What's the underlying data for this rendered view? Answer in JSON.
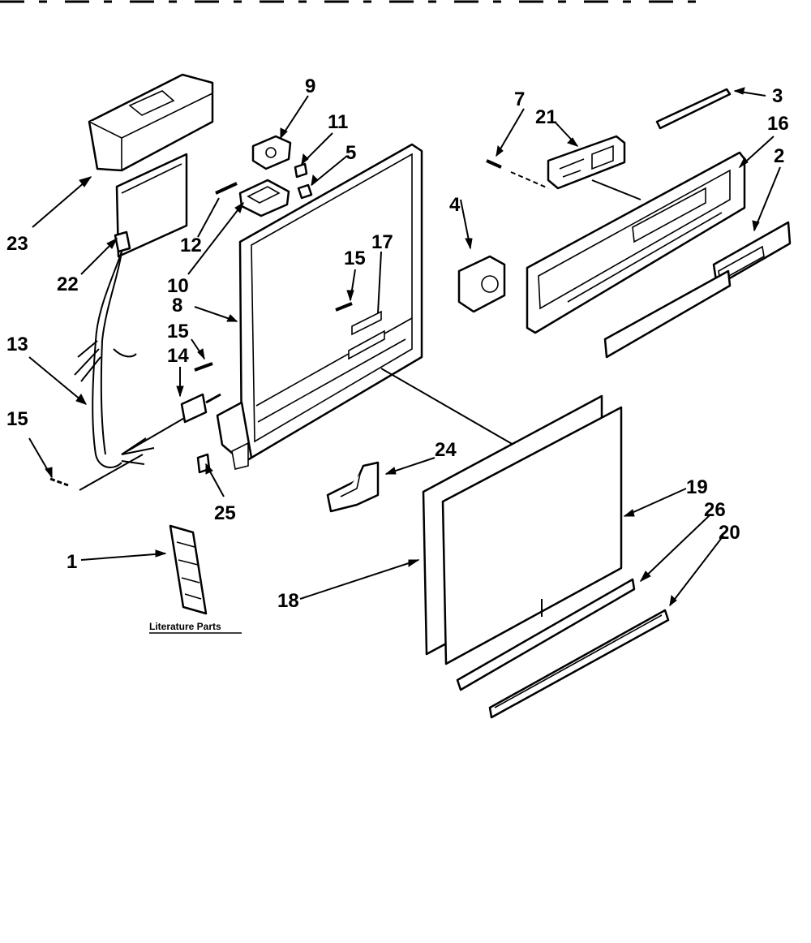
{
  "literature_label": "Literature Parts",
  "callouts": {
    "c1": "1",
    "c2": "2",
    "c3": "3",
    "c4": "4",
    "c5": "5",
    "c7": "7",
    "c8": "8",
    "c9": "9",
    "c10": "10",
    "c11": "11",
    "c12": "12",
    "c13": "13",
    "c14": "14",
    "c15a": "15",
    "c15b": "15",
    "c15c": "15",
    "c16": "16",
    "c17": "17",
    "c18": "18",
    "c19": "19",
    "c20": "20",
    "c21": "21",
    "c22": "22",
    "c23": "23",
    "c24": "24",
    "c25": "25",
    "c26": "26"
  },
  "colors": {
    "ink": "#000000",
    "paper": "#ffffff"
  }
}
